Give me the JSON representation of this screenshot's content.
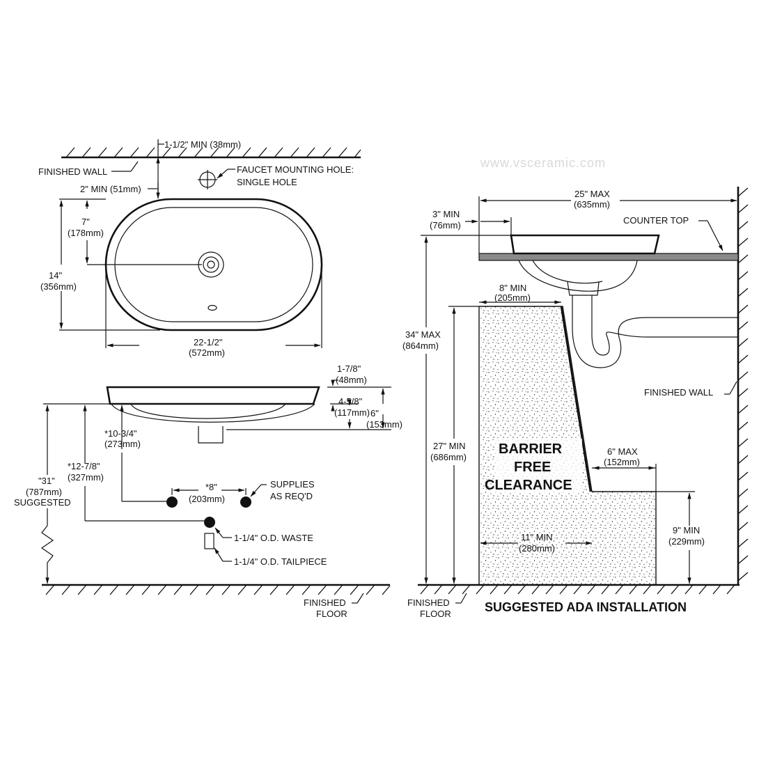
{
  "watermark": "www.vsceramic.com",
  "top_view": {
    "wall_offset_top": "1-1/2\" MIN (38mm)",
    "finished_wall": "FINISHED WALL",
    "faucet_line1": "FAUCET MOUNTING HOLE:",
    "faucet_line2": "SINGLE HOLE",
    "wall_offset_bottom": "2\" MIN (51mm)",
    "center_in": "7\"",
    "center_mm": "(178mm)",
    "depth_in": "14\"",
    "depth_mm": "(356mm)",
    "width_in": "22-1/2\"",
    "width_mm": "(572mm)"
  },
  "side_view": {
    "rim_in": "1-7/8\"",
    "rim_mm": "(48mm)",
    "bowl_in": "4-5/8\"",
    "bowl_mm": "(117mm)",
    "total_in": "6\"",
    "total_mm": "(153mm)",
    "supply_h_in": "*10-3/4\"",
    "supply_h_mm": "(273mm)",
    "waste_h_in": "*12-7/8\"",
    "waste_h_mm": "(327mm)",
    "rim_h_in": "\"31\"",
    "rim_h_mm": "(787mm)",
    "rim_h_note": "SUGGESTED",
    "supply_sp_in": "*8\"",
    "supply_sp_mm": "(203mm)",
    "supplies_line1": "SUPPLIES",
    "supplies_line2": "AS REQ'D",
    "waste": "1-1/4\" O.D. WASTE",
    "tailpiece": "1-1/4\" O.D. TAILPIECE",
    "floor_line1": "FINISHED",
    "floor_line2": "FLOOR"
  },
  "ada": {
    "max_depth_in": "25\" MAX",
    "max_depth_mm": "(635mm)",
    "edge_min_in": "3\" MIN",
    "edge_min_mm": "(76mm)",
    "counter_top": "COUNTER TOP",
    "knee_depth_in": "8\" MIN",
    "knee_depth_mm": "(205mm)",
    "max_height_in": "34\" MAX",
    "max_height_mm": "(864mm)",
    "finished_wall": "FINISHED WALL",
    "knee_height_in": "27\" MIN",
    "knee_height_mm": "(686mm)",
    "clearance_line1": "BARRIER",
    "clearance_line2": "FREE",
    "clearance_line3": "CLEARANCE",
    "toe_max_in": "6\" MAX",
    "toe_max_mm": "(152mm)",
    "toe_depth_in": "11\" MIN",
    "toe_depth_mm": "(280mm)",
    "toe_height_in": "9\" MIN",
    "toe_height_mm": "(229mm)",
    "floor_line1": "FINISHED",
    "floor_line2": "FLOOR",
    "title": "SUGGESTED ADA INSTALLATION"
  }
}
